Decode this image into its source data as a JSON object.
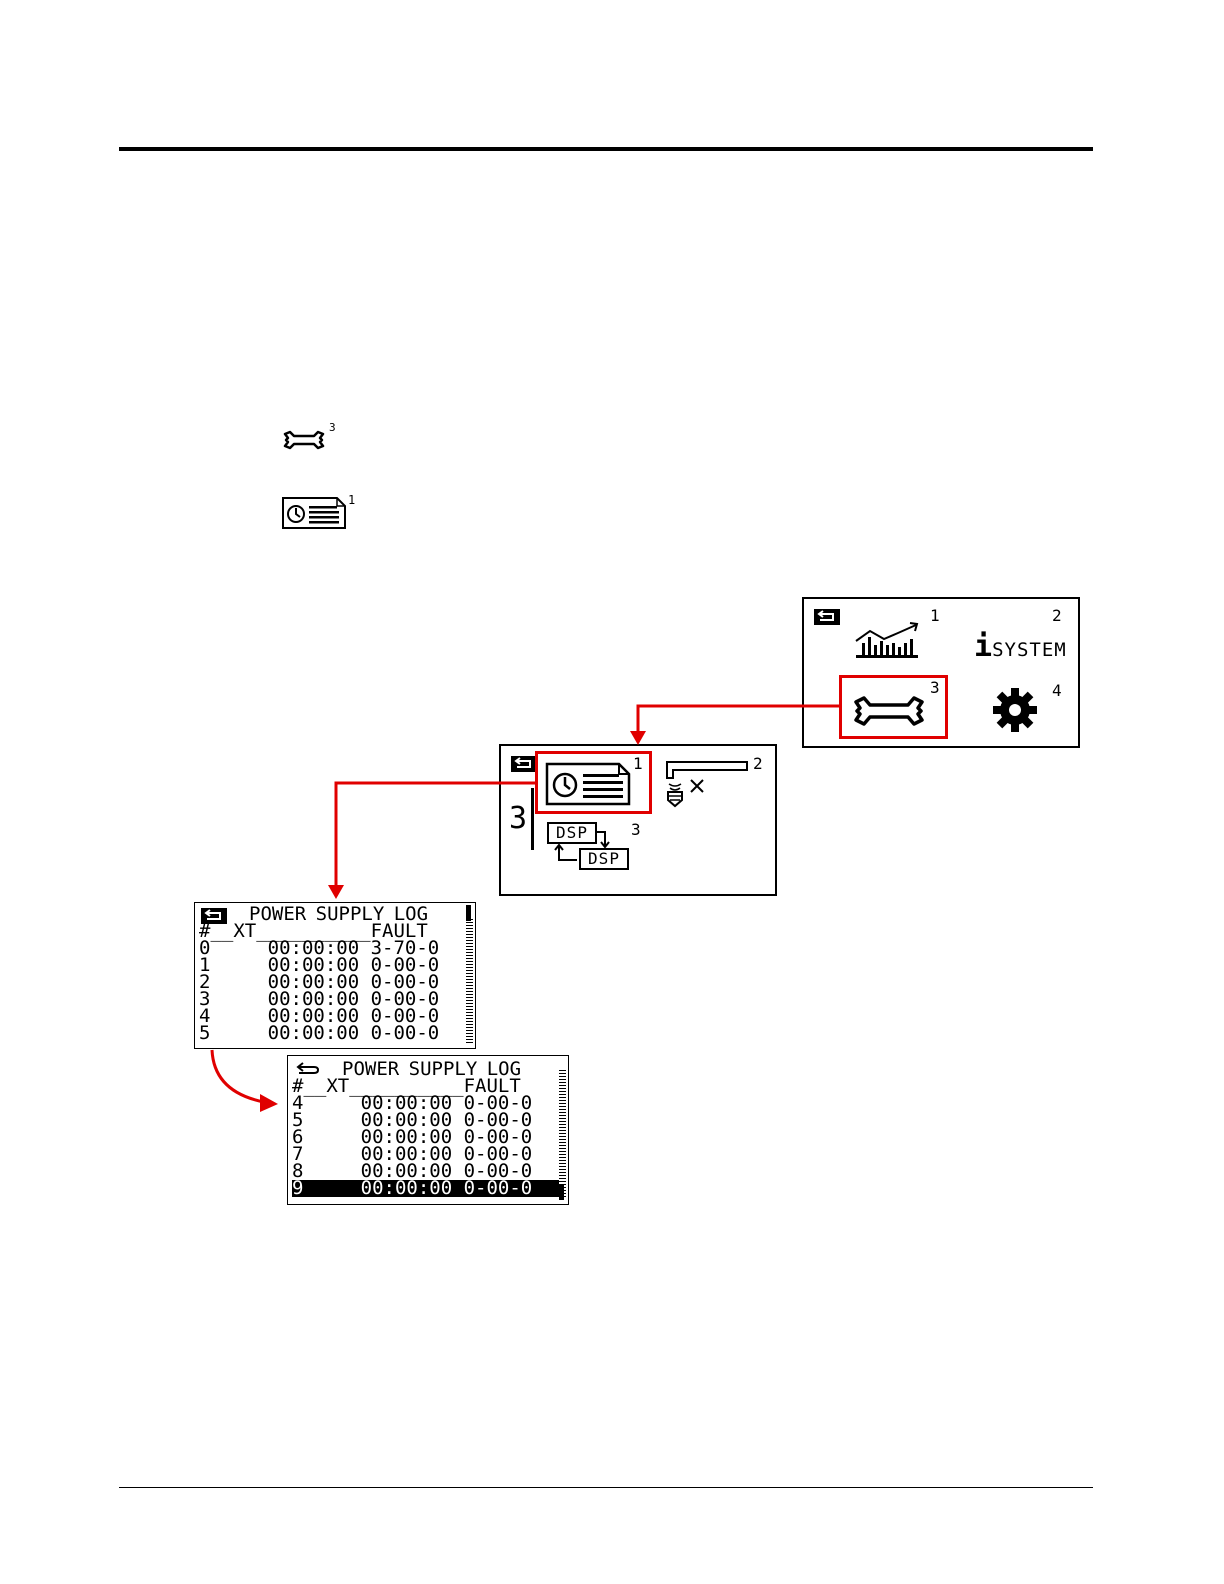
{
  "legend": {
    "wrench_superscript": "3",
    "log_superscript": "1"
  },
  "main_menu": {
    "items": [
      {
        "num": "1",
        "icon": "trend-chart-icon"
      },
      {
        "num": "2",
        "label_i": "i",
        "label_rest": "SYSTEM"
      },
      {
        "num": "3",
        "icon": "wrench-icon"
      },
      {
        "num": "4",
        "icon": "gear-icon"
      }
    ]
  },
  "sub_menu": {
    "side_number": "3",
    "items": [
      {
        "num": "1",
        "icon": "event-log-icon"
      },
      {
        "num": "2",
        "icon": "sensor-bar-icon"
      },
      {
        "num": "3",
        "dsp_a": "DSP",
        "dsp_b": "DSP"
      }
    ]
  },
  "log_screen_1": {
    "title": "POWER SUPPLY LOG",
    "header": "#__XT__________FAULT",
    "rows": [
      "0     00:00:00 3-70-0",
      "1     00:00:00 0-00-0",
      "2     00:00:00 0-00-0",
      "3     00:00:00 0-00-0",
      "4     00:00:00 0-00-0",
      "5     00:00:00 0-00-0"
    ]
  },
  "log_screen_2": {
    "title": "POWER SUPPLY LOG",
    "header": "#__XT__________FAULT",
    "rows": [
      "4     00:00:00 0-00-0",
      "5     00:00:00 0-00-0",
      "6     00:00:00 0-00-0",
      "7     00:00:00 0-00-0",
      "8     00:00:00 0-00-0",
      "9     00:00:00 0-00-0"
    ],
    "selected_row": "9"
  },
  "colors": {
    "highlight": "#e00000",
    "lcd_bg": "#ffffff",
    "ink": "#000000"
  }
}
